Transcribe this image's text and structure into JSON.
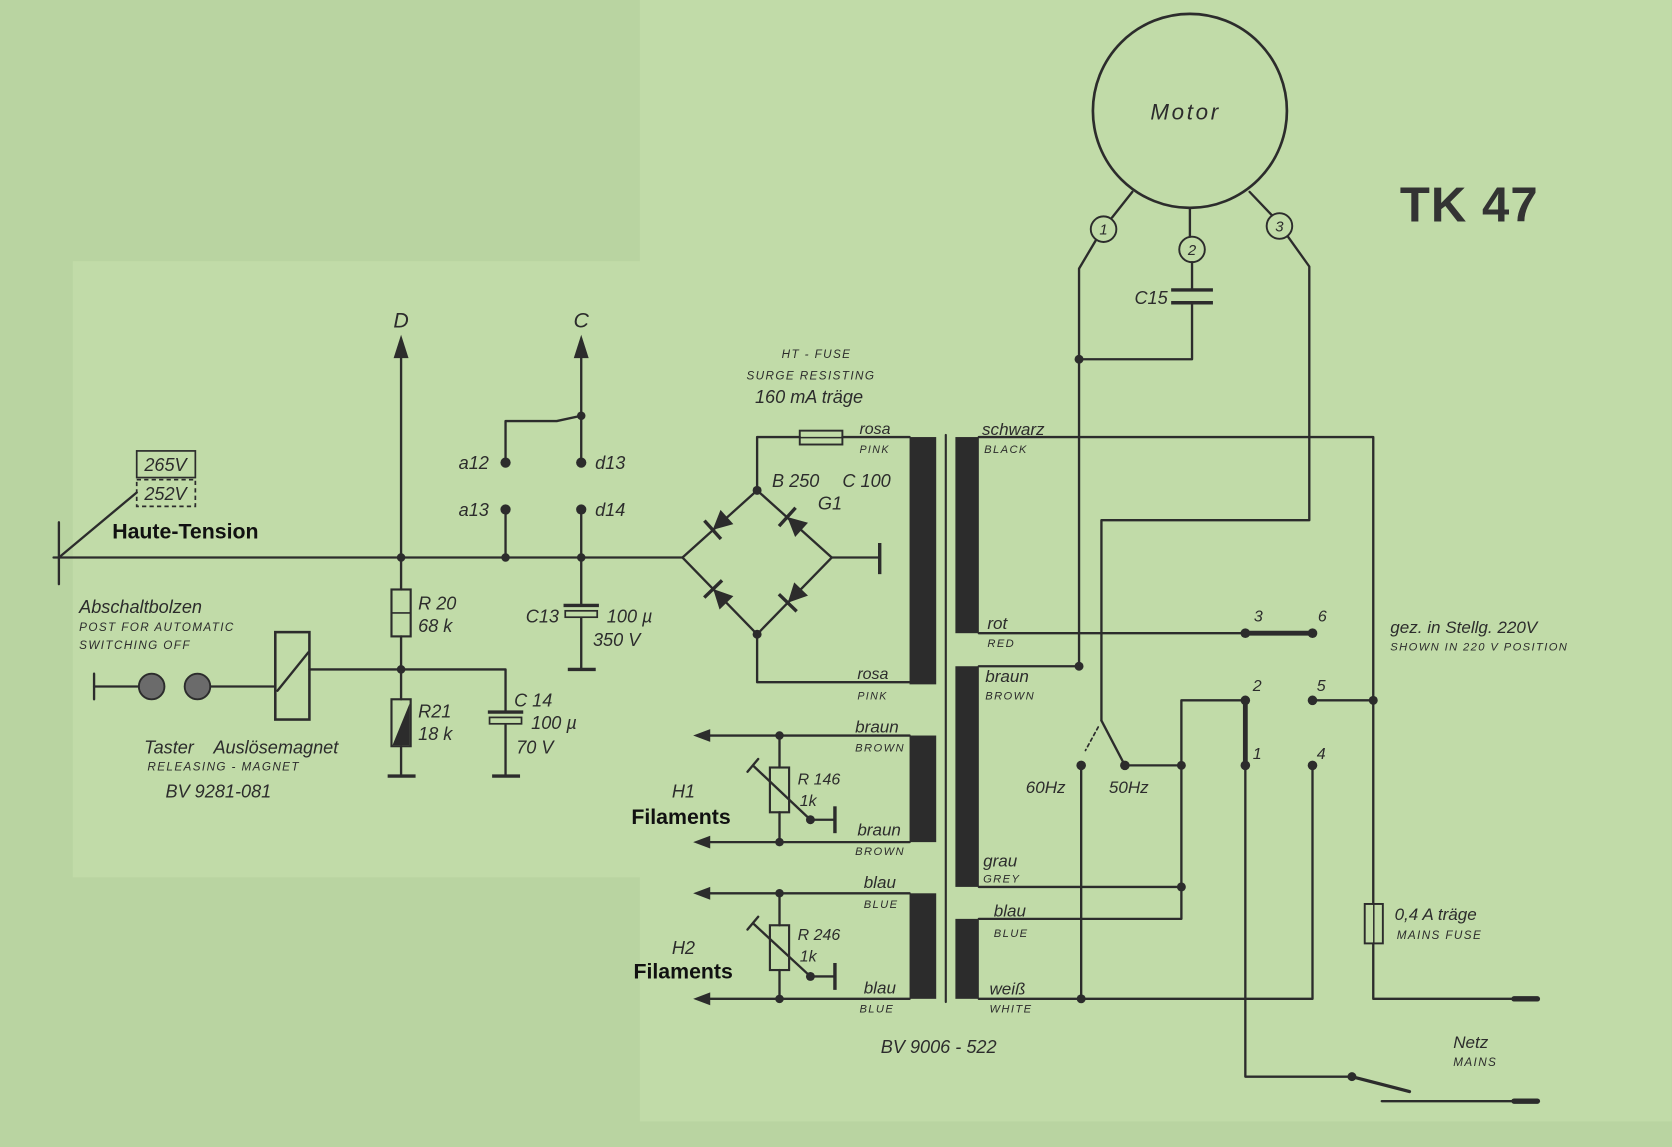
{
  "colors": {
    "background": "#b9d4a1",
    "paper": "#c1dba8",
    "ink": "#2c2c2c",
    "annotation": "#111111"
  },
  "title": "TK 47",
  "motor": {
    "label": "Motor",
    "terminal_1": "1",
    "terminal_2": "2",
    "terminal_3": "3",
    "capacitor": "C15"
  },
  "outputs": {
    "d": "D",
    "c": "C"
  },
  "contacts": {
    "a12": "a12",
    "d13": "d13",
    "a13": "a13",
    "d14": "d14"
  },
  "voltage_select": {
    "high": "265V",
    "low": "252V"
  },
  "annotations": {
    "high_tension": "Haute-Tension"
  },
  "r20": {
    "name": "R 20",
    "value": "68 k"
  },
  "r21": {
    "name": "R21",
    "value": "18 k"
  },
  "c13": {
    "name": "C13",
    "capacitance": "100 µ",
    "voltage": "350 V"
  },
  "c14": {
    "name": "C 14",
    "capacitance": "100 µ",
    "voltage": "70 V"
  },
  "post": {
    "label_de": "Abschaltbolzen",
    "label_en_1": "POST FOR AUTOMATIC",
    "label_en_2": "SWITCHING OFF"
  },
  "relay": {
    "taster": "Taster",
    "magnet_de": "Auslösemagnet",
    "magnet_en": "RELEASING - MAGNET",
    "part": "BV 9281-081"
  },
  "ht_fuse": {
    "line_1": "HT - FUSE",
    "line_2": "SURGE RESISTING",
    "rating": "160 mA träge"
  },
  "rectifier": {
    "type": "B 250",
    "cap": "C 100",
    "name": "G1"
  },
  "transformer": {
    "part": "BV 9006 - 522",
    "secondary": {
      "ht_top": {
        "de": "rosa",
        "en": "PINK"
      },
      "ht_bottom": {
        "de": "rosa",
        "en": "PINK"
      },
      "h1_top": {
        "de": "braun",
        "en": "BROWN"
      },
      "h1_bottom": {
        "de": "braun",
        "en": "BROWN"
      },
      "h2_top": {
        "de": "blau",
        "en": "BLUE"
      },
      "h2_bottom": {
        "de": "blau",
        "en": "BLUE"
      }
    },
    "primary": {
      "black": {
        "de": "schwarz",
        "en": "BLACK"
      },
      "red": {
        "de": "rot",
        "en": "RED"
      },
      "brown": {
        "de": "braun",
        "en": "BROWN"
      },
      "grey": {
        "de": "grau",
        "en": "GREY"
      },
      "blue": {
        "de": "blau",
        "en": "BLUE"
      },
      "white": {
        "de": "weiß",
        "en": "WHITE"
      }
    }
  },
  "filaments": {
    "h1": {
      "name": "H1",
      "label": "Filaments",
      "resistor": "R 146",
      "value": "1k"
    },
    "h2": {
      "name": "H2",
      "label": "Filaments",
      "resistor": "R 246",
      "value": "1k"
    }
  },
  "frequency": {
    "f60": "60Hz",
    "f50": "50Hz"
  },
  "voltage_switch": {
    "t1": "1",
    "t2": "2",
    "t3": "3",
    "t4": "4",
    "t5": "5",
    "t6": "6",
    "note_de": "gez. in Stellg. 220V",
    "note_en": "SHOWN IN 220 V POSITION"
  },
  "mains_fuse": {
    "rating": "0,4 A träge",
    "en": "MAINS FUSE"
  },
  "mains": {
    "de": "Netz",
    "en": "MAINS"
  }
}
